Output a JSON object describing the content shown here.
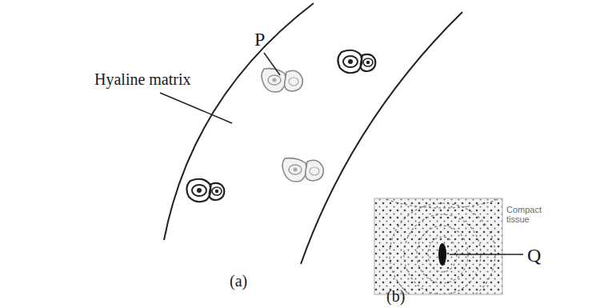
{
  "diagram": {
    "labels": [
      "P",
      "Hyaline matrix",
      "(a)",
      "Compact tissue",
      "Q",
      "(b)"
    ]
  }
}
